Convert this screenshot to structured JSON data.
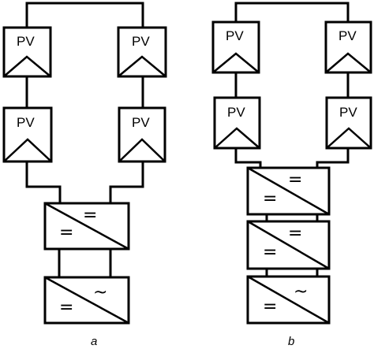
{
  "diagrams": [
    {
      "caption": "a",
      "pv_label": "PV",
      "converter_symbols": {
        "dc": "=",
        "ac": "~"
      }
    },
    {
      "caption": "b",
      "pv_label": "PV",
      "converter_symbols": {
        "dc": "=",
        "ac": "~"
      }
    }
  ]
}
